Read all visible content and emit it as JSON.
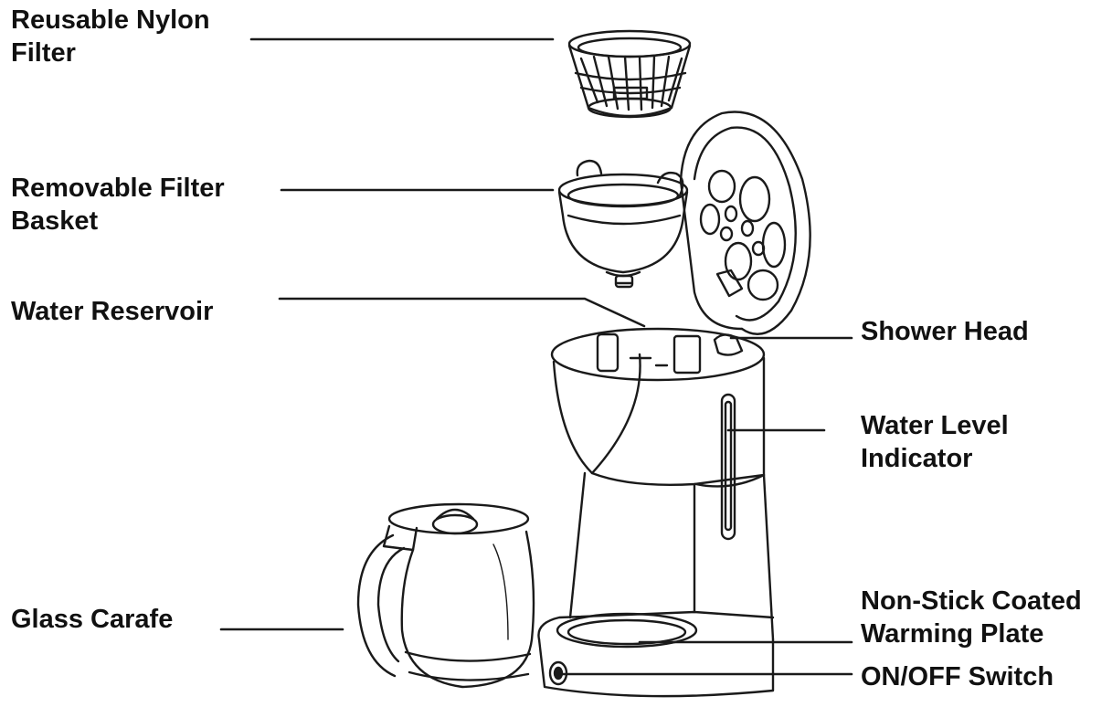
{
  "labels": {
    "reusable_nylon_filter": [
      "Reusable Nylon",
      "Filter"
    ],
    "removable_filter_basket": [
      "Removable Filter",
      "Basket"
    ],
    "water_reservoir": [
      "Water Reservoir"
    ],
    "glass_carafe": [
      "Glass Carafe"
    ],
    "shower_head": [
      "Shower Head"
    ],
    "water_level_indicator": [
      "Water Level",
      "Indicator"
    ],
    "warming_plate": [
      "Non-Stick Coated",
      "Warming Plate"
    ],
    "on_off_switch": [
      "ON/OFF Switch"
    ]
  },
  "colors": {
    "ink": "#111111",
    "line": "#1a1a1a",
    "paper": "#ffffff"
  }
}
